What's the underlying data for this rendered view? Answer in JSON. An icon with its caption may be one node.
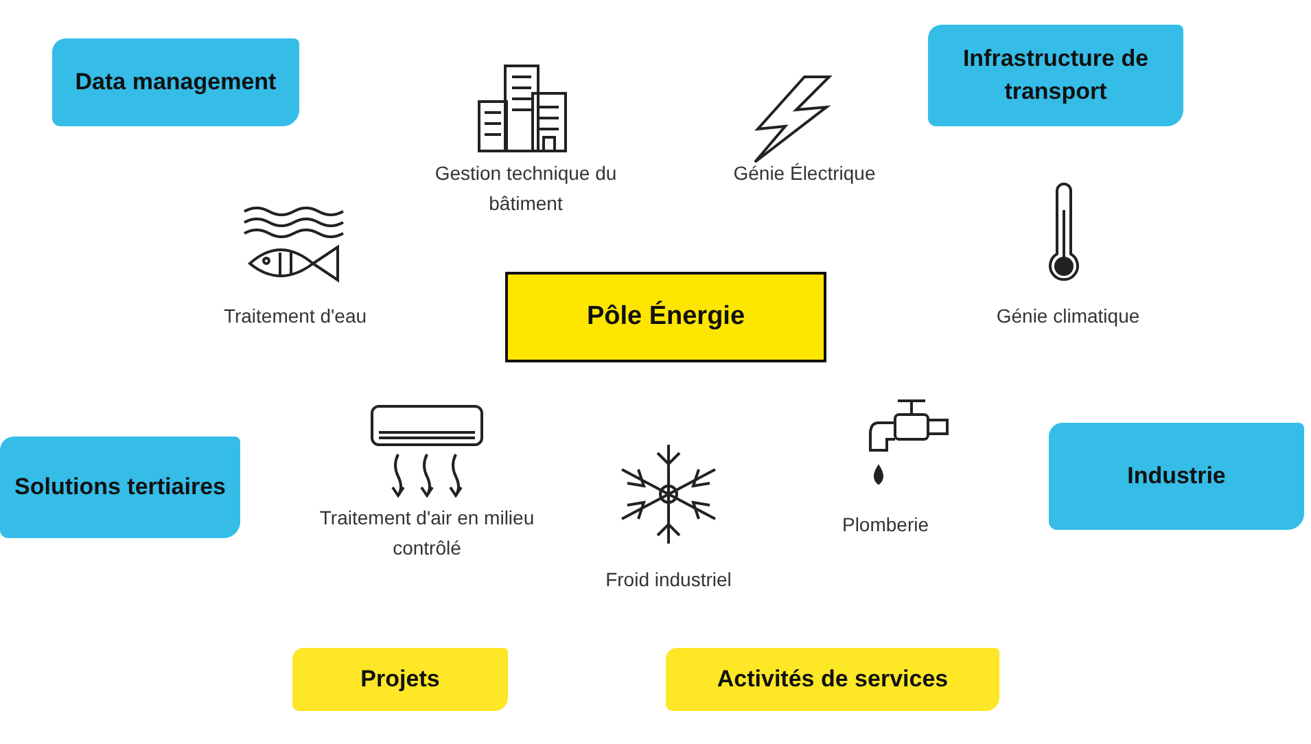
{
  "diagram": {
    "nodes": [
      {
        "text": [
          "Data management"
        ]
      },
      {
        "text": [
          "Infrastructure de transport"
        ]
      },
      {
        "text": [
          "Pôle Énergie"
        ]
      },
      {
        "text": [
          "Solutions tertiaires"
        ]
      },
      {
        "text": [
          "Industrie"
        ]
      },
      {
        "text": [
          "Projets"
        ]
      },
      {
        "text": [
          "Activités de services"
        ]
      }
    ],
    "edges": [],
    "labels": [
      "Gestion technique du bâtiment",
      "Génie Électrique",
      "Traitement d'eau",
      "Génie climatique",
      "Traitement d'air en milieu contrôlé",
      "Plomberie",
      "Froid industriel"
    ]
  }
}
